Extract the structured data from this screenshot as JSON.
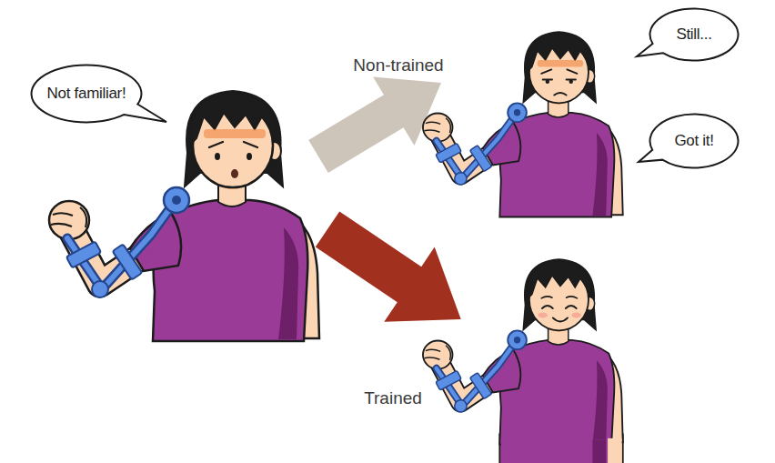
{
  "diagram": {
    "nodes": [
      {
        "text": [
          "Not familiar!"
        ]
      },
      {
        "text": [
          "Still..."
        ]
      },
      {
        "text": [
          "Got it!"
        ]
      }
    ],
    "labels": [
      "Non-trained",
      "Trained"
    ]
  }
}
